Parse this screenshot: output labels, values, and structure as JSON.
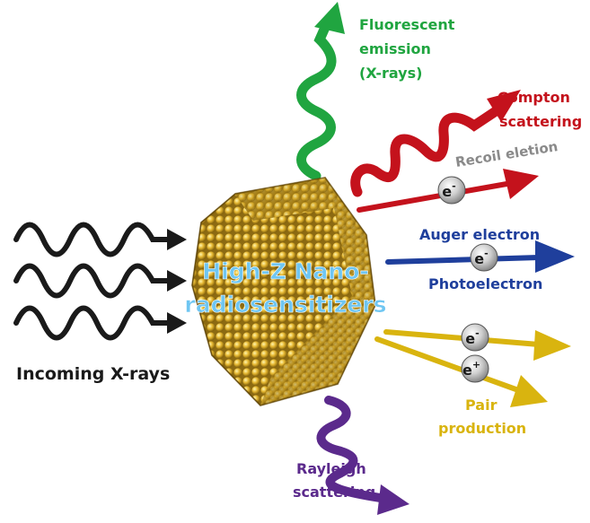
{
  "particle": {
    "line1": "High-Z Nano-",
    "line2": "radiosensitizers"
  },
  "incoming": {
    "label": "Incoming X-rays"
  },
  "fluorescent": {
    "line1": "Fluorescent",
    "line2": "emission",
    "line3": "(X-rays)",
    "color": "#20a540"
  },
  "compton": {
    "line1": "Compton",
    "line2": "scattering",
    "recoil": "Recoil eletion",
    "color": "#c4121c"
  },
  "auger": {
    "label": "Auger electron",
    "photo": "Photoelectron",
    "color": "#1f3f9c"
  },
  "pair": {
    "line1": "Pair",
    "line2": "production",
    "color": "#d9b40f"
  },
  "rayleigh": {
    "line1": "Rayleigh",
    "line2": "scattering",
    "color": "#5b2a8c"
  },
  "particles": {
    "electron": "e",
    "electron_charge": "-",
    "positron": "e",
    "positron_charge": "+"
  },
  "colors": {
    "incoming_wave": "#1a1a1a",
    "recoil_text": "#8a8a8a",
    "sphere": "#d4a92a",
    "particle_text": "#6fc6f2"
  }
}
